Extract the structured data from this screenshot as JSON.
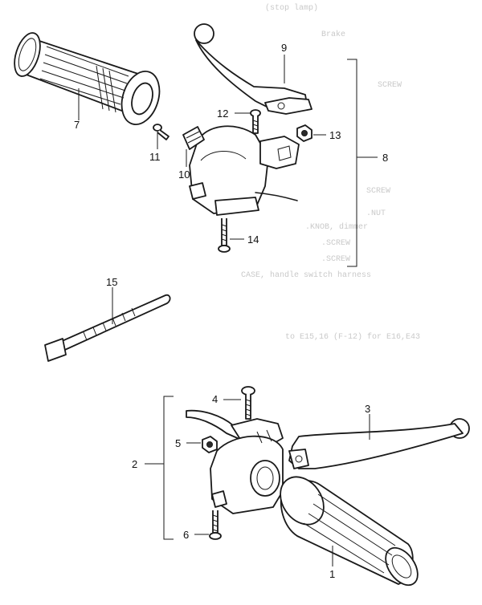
{
  "background_text": [
    "(stop lamp)",
    "Brake",
    "SCREW",
    "SCREW",
    ".NUT",
    ".KNOB, dimmer",
    ".SCREW",
    ".SCREW",
    "CASE, handle switch harness",
    "to E15,16 (F-12) for E16,E43"
  ],
  "callouts": [
    {
      "id": "1",
      "label": "1"
    },
    {
      "id": "2",
      "label": "2"
    },
    {
      "id": "3",
      "label": "3"
    },
    {
      "id": "4",
      "label": "4"
    },
    {
      "id": "5",
      "label": "5"
    },
    {
      "id": "6",
      "label": "6"
    },
    {
      "id": "7",
      "label": "7"
    },
    {
      "id": "8",
      "label": "8"
    },
    {
      "id": "9",
      "label": "9"
    },
    {
      "id": "10",
      "label": "10"
    },
    {
      "id": "11",
      "label": "11"
    },
    {
      "id": "12",
      "label": "12"
    },
    {
      "id": "13",
      "label": "13"
    },
    {
      "id": "14",
      "label": "14"
    },
    {
      "id": "15",
      "label": "15"
    }
  ]
}
